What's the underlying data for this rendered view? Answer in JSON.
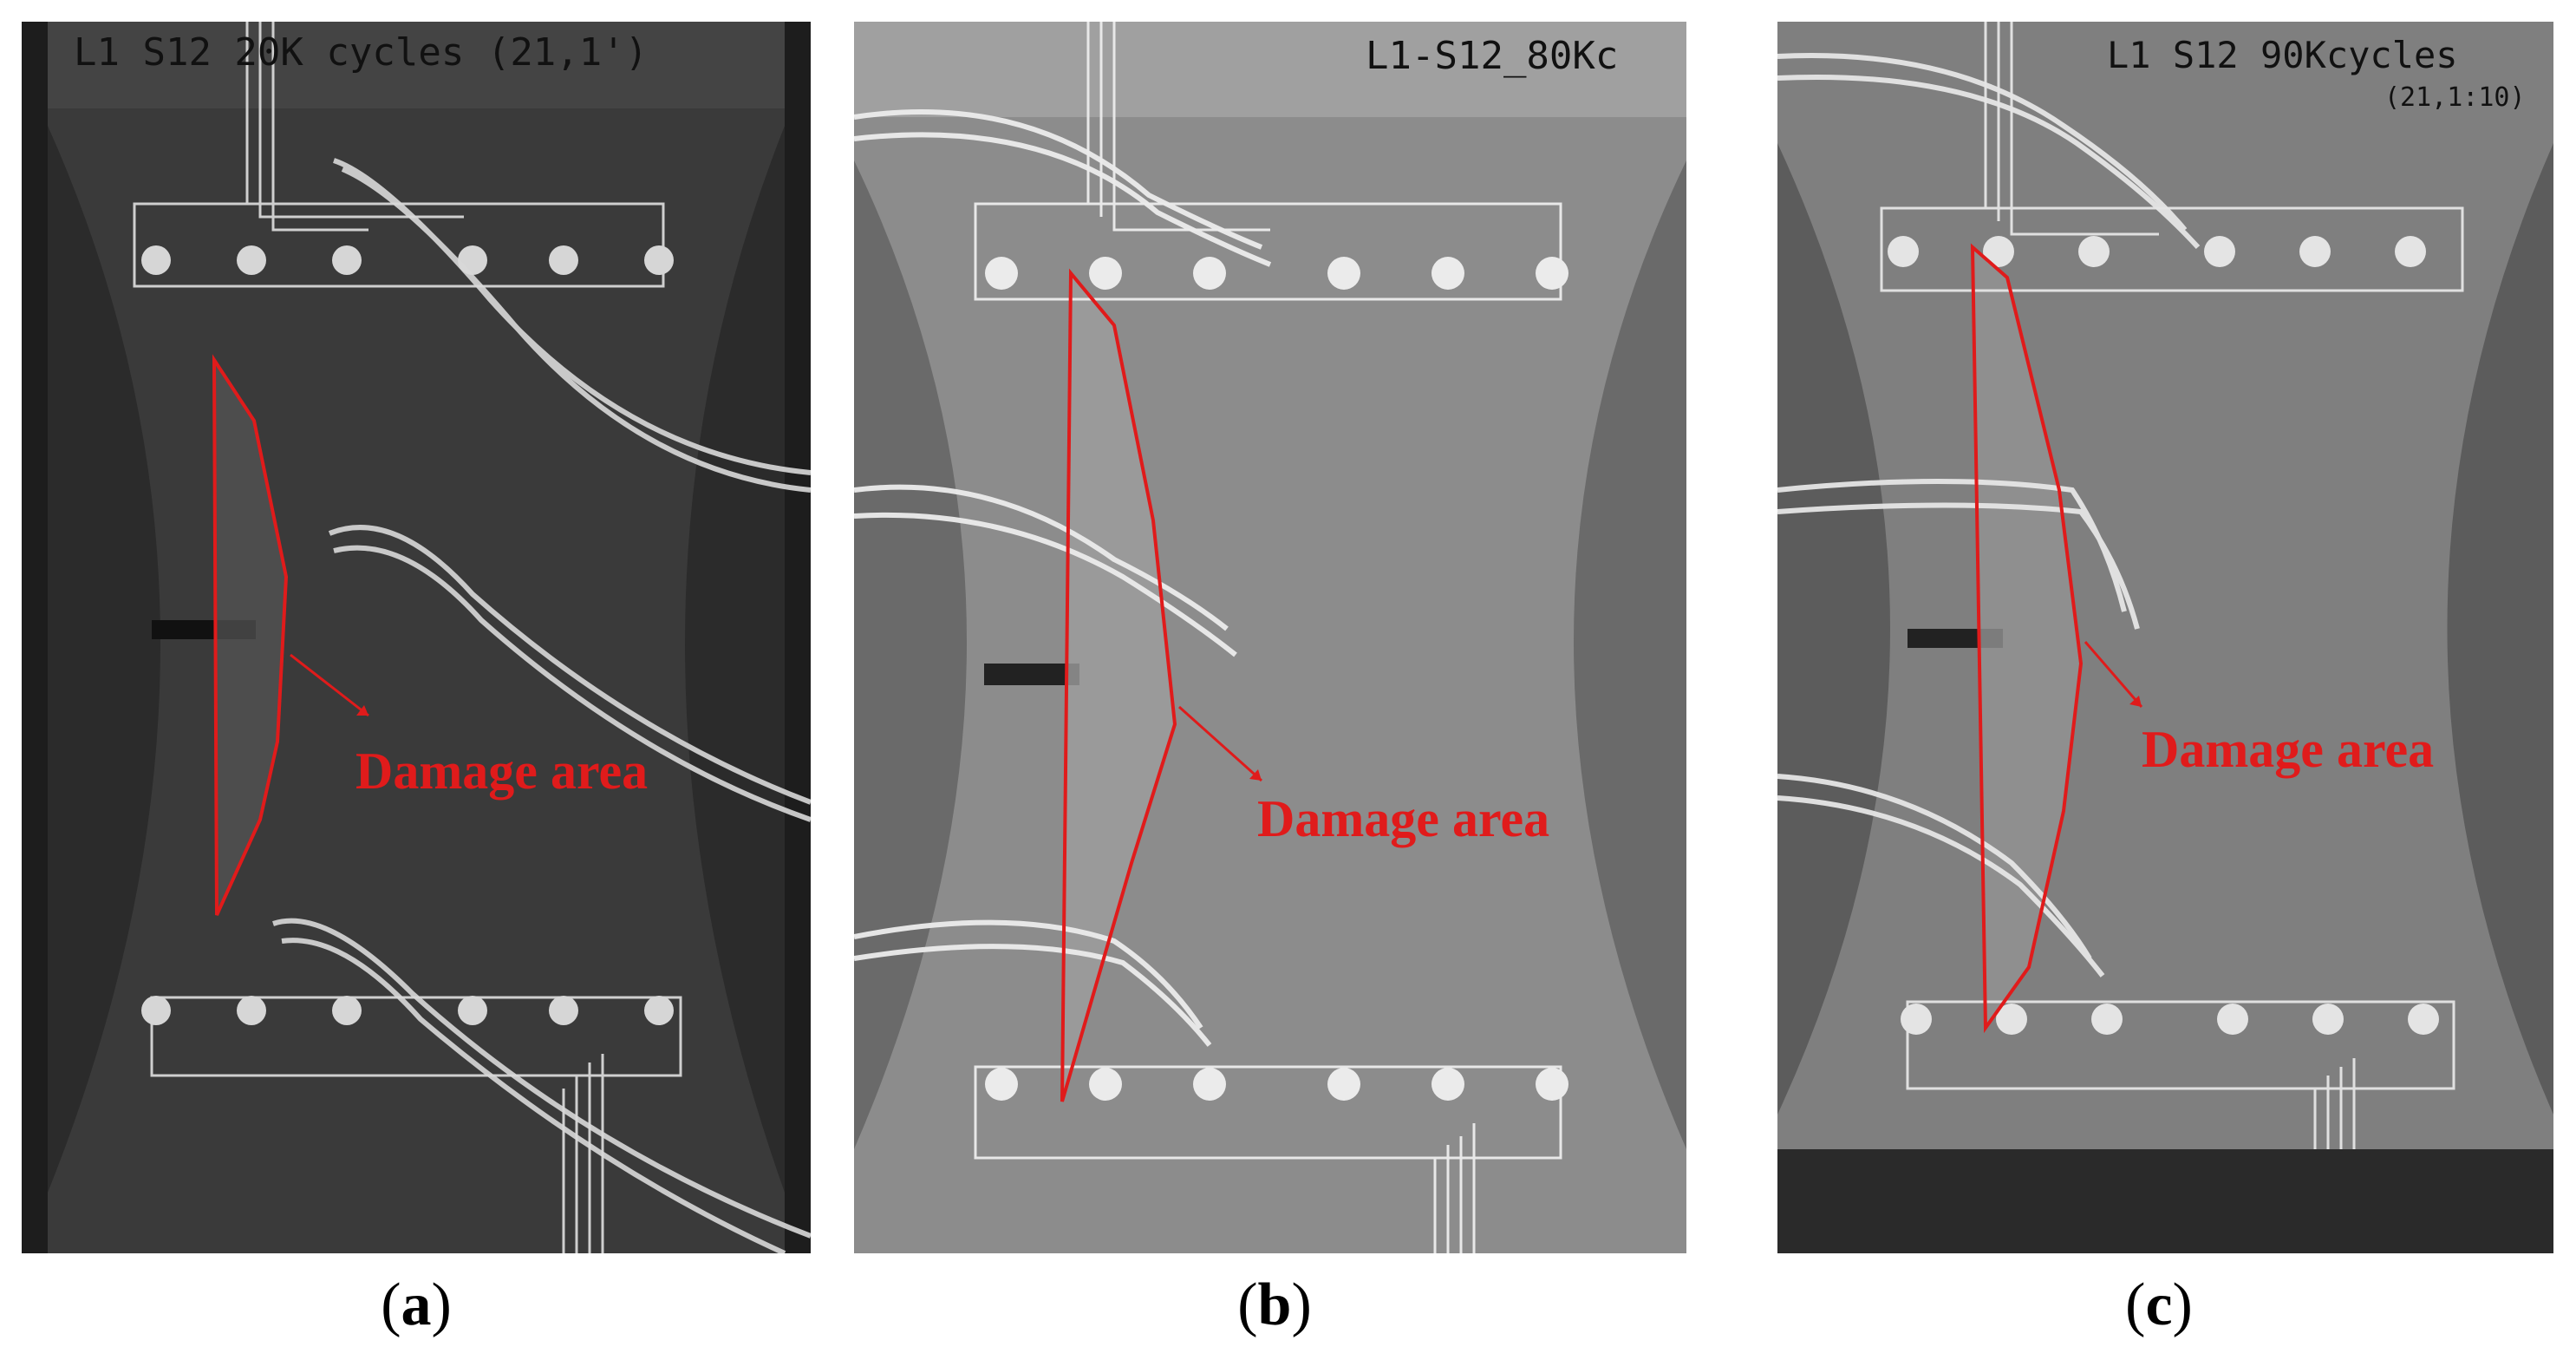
{
  "panels": [
    {
      "id": "a",
      "handwritten_label": "L1 S12  20K cycles  (21,1')",
      "damage_label": "Damage area",
      "caption_letter": "a"
    },
    {
      "id": "b",
      "handwritten_label": "L1-S12_80Kc",
      "damage_label": "Damage area",
      "caption_letter": "b"
    },
    {
      "id": "c",
      "handwritten_label": "L1 S12  90Kcycles",
      "handwritten_label_2": "(21,1:10)",
      "damage_label": "Damage area",
      "caption_letter": "c"
    }
  ],
  "colors": {
    "annotation": "#e01b1b",
    "specimen_a": "#3a3a3a",
    "specimen_b": "#8a8a8a",
    "specimen_c": "#7c7c7c",
    "wire": "#d9d9d9"
  }
}
